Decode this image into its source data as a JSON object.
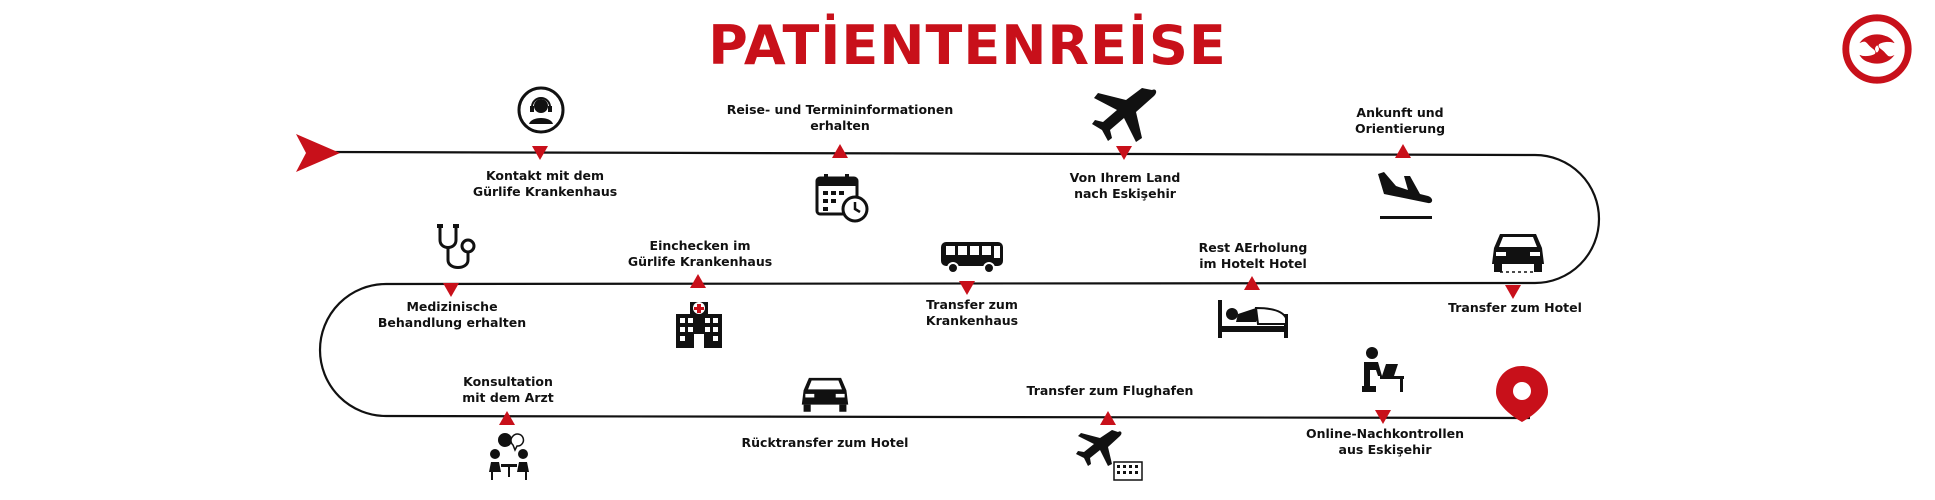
{
  "title": "PATİENTENREİSE",
  "colors": {
    "accent": "#c8101a",
    "line": "#111111",
    "icon": "#111111"
  },
  "steps": [
    {
      "icon": "call-center-agent-icon",
      "label": "Kontakt mit dem\nGürlife Krankenhaus"
    },
    {
      "icon": "calendar-clock-icon",
      "label": "Reise- und Termininformationen\nerhalten"
    },
    {
      "icon": "airplane-icon",
      "label": "Von Ihrem Land\nnach Eskişehir"
    },
    {
      "icon": "airplane-landing-icon",
      "label": "Ankunft und\nOrientierung"
    },
    {
      "icon": "car-icon",
      "label": "Transfer zum Hotel"
    },
    {
      "icon": "bed-rest-icon",
      "label": "Rest AErholung\nim Hotelt Hotel"
    },
    {
      "icon": "bus-icon",
      "label": "Transfer zum\nKrankenhaus"
    },
    {
      "icon": "hospital-building-icon",
      "label": "Einchecken im\nGürlife Krankenhaus"
    },
    {
      "icon": "stethoscope-icon",
      "label": "Medizinische\nBehandlung erhalten"
    },
    {
      "icon": "consultation-icon",
      "label": "Konsultation\nmit dem Arzt"
    },
    {
      "icon": "car-icon",
      "label": "Rücktransfer zum Hotel"
    },
    {
      "icon": "airplane-hotel-icon",
      "label": "Transfer zum Flughafen"
    },
    {
      "icon": "person-at-laptop-icon",
      "label": "Online-Nachkontrollen\naus Eskişehir"
    }
  ]
}
